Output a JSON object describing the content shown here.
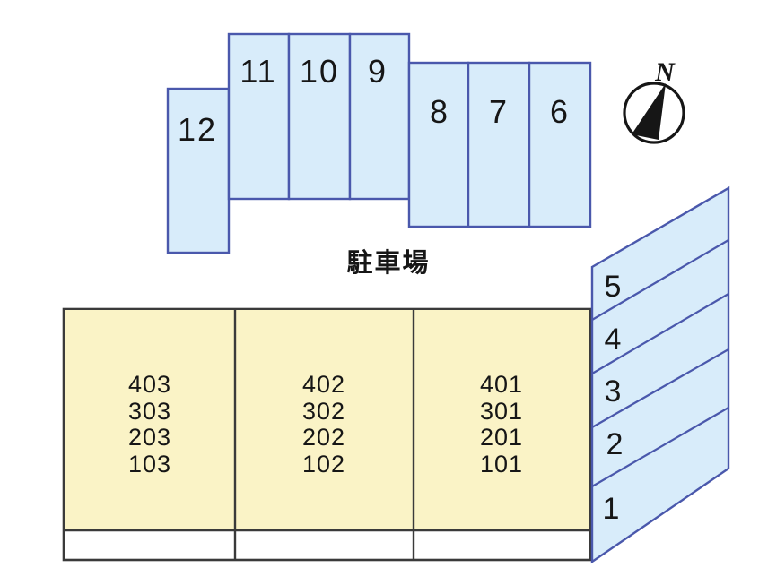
{
  "area_label": "駐車場",
  "compass": {
    "north_label": "N"
  },
  "upper_parking": {
    "spaces": [
      {
        "number": "12"
      },
      {
        "number": "11"
      },
      {
        "number": "10"
      },
      {
        "number": "9"
      },
      {
        "number": "8"
      },
      {
        "number": "7"
      },
      {
        "number": "6"
      }
    ]
  },
  "side_parking": {
    "spaces": [
      {
        "number": "5"
      },
      {
        "number": "4"
      },
      {
        "number": "3"
      },
      {
        "number": "2"
      },
      {
        "number": "1"
      }
    ]
  },
  "building": {
    "columns": [
      {
        "units": [
          "403",
          "303",
          "203",
          "103"
        ]
      },
      {
        "units": [
          "402",
          "302",
          "202",
          "102"
        ]
      },
      {
        "units": [
          "401",
          "301",
          "201",
          "101"
        ]
      }
    ]
  },
  "colors": {
    "parking_fill": "#d8ecfa",
    "parking_border": "#4a58ac",
    "building_fill": "#faf3c6",
    "building_border": "#3a3a3a",
    "ink": "#161616"
  }
}
